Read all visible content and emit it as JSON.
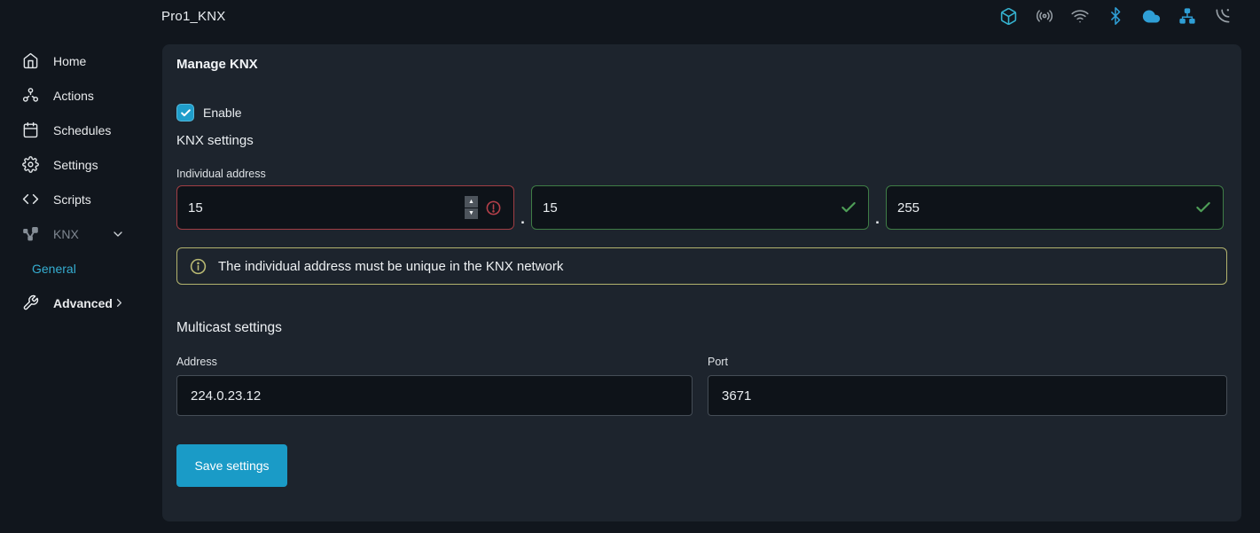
{
  "topbar": {
    "title": "Pro1_KNX",
    "status_icons": [
      {
        "name": "package-cube-icon",
        "color": "#35b2cf"
      },
      {
        "name": "broadcast-icon",
        "color": "#99a1a8"
      },
      {
        "name": "wifi-icon",
        "color": "#99a1a8"
      },
      {
        "name": "bluetooth-icon",
        "color": "#2f9fd6"
      },
      {
        "name": "cloud-icon",
        "color": "#2f9fd6"
      },
      {
        "name": "network-icon",
        "color": "#2f9fd6"
      },
      {
        "name": "signal-icon",
        "color": "#99a1a8"
      }
    ]
  },
  "sidebar": {
    "items": [
      {
        "label": "Home",
        "icon": "home-icon"
      },
      {
        "label": "Actions",
        "icon": "actions-icon"
      },
      {
        "label": "Schedules",
        "icon": "calendar-icon"
      },
      {
        "label": "Settings",
        "icon": "gear-icon"
      },
      {
        "label": "Scripts",
        "icon": "code-icon"
      },
      {
        "label": "KNX",
        "icon": "knx-icon",
        "expanded": true
      },
      {
        "label": "General",
        "active": true,
        "child_of": "KNX"
      },
      {
        "label": "Advanced",
        "icon": "wrench-icon",
        "has_submenu": true
      }
    ]
  },
  "main": {
    "heading": "Manage KNX",
    "enable": {
      "label": "Enable",
      "checked": true
    },
    "knx_section": {
      "heading": "KNX settings",
      "individual_address_label": "Individual address",
      "separator": ".",
      "octets": [
        {
          "value": "15",
          "state": "error"
        },
        {
          "value": "15",
          "state": "valid"
        },
        {
          "value": "255",
          "state": "valid"
        }
      ],
      "info_message": "The individual address must be unique in the KNX network"
    },
    "multicast_section": {
      "heading": "Multicast settings",
      "address": {
        "label": "Address",
        "value": "224.0.23.12"
      },
      "port": {
        "label": "Port",
        "value": "3671"
      }
    },
    "save_button_label": "Save settings"
  },
  "colors": {
    "accent": "#1a9bc7",
    "error": "#a13e44",
    "valid": "#3f7d46",
    "warning": "#b3b36e",
    "active_link": "#35aed2",
    "panel_bg": "#1d242d",
    "page_bg": "#11161d",
    "input_bg": "#0e1319"
  }
}
